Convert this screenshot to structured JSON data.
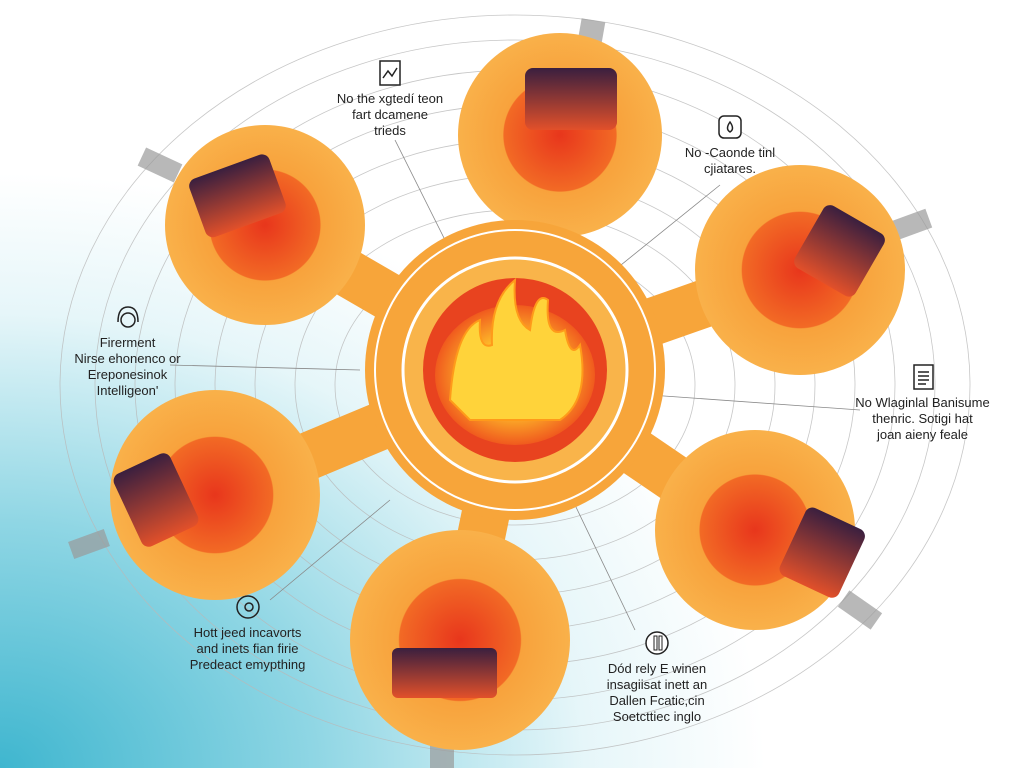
{
  "colors": {
    "orange": "#f7a93a",
    "red": "#e8431f",
    "chair": "#5a2a4a",
    "flame": "#ffd33a",
    "teal": "#3fb6cf"
  },
  "labels": [
    {
      "id": "top",
      "icon": "document-chart-icon",
      "lines": [
        "No the xgtedí teon",
        "fart dcamene",
        "trieds"
      ]
    },
    {
      "id": "upper-right",
      "icon": "face-flame-icon",
      "lines": [
        "No ‑Caonde tinl",
        "cjiatares."
      ]
    },
    {
      "id": "left",
      "icon": "headphones-face-icon",
      "lines": [
        "Firerment",
        "Nirse ehonenco or",
        "Ereponesinok",
        "Intelligeon'"
      ]
    },
    {
      "id": "right",
      "icon": "document-list-icon",
      "lines": [
        "No Wlaginlal Banisume",
        "thenric. Sotigi hat",
        "joan aieny feale"
      ]
    },
    {
      "id": "bottom-left",
      "icon": "eye-circle-icon",
      "lines": [
        "Hott jeed incavorts",
        "and inets fian firie",
        "Predeact emypthing"
      ]
    },
    {
      "id": "bottom-right",
      "icon": "bottle-circle-icon",
      "lines": [
        "Dód rely E winen",
        "insagiisat inett an",
        "Dallen Fcatic,cin",
        "Soetcttiec inglo"
      ]
    }
  ]
}
